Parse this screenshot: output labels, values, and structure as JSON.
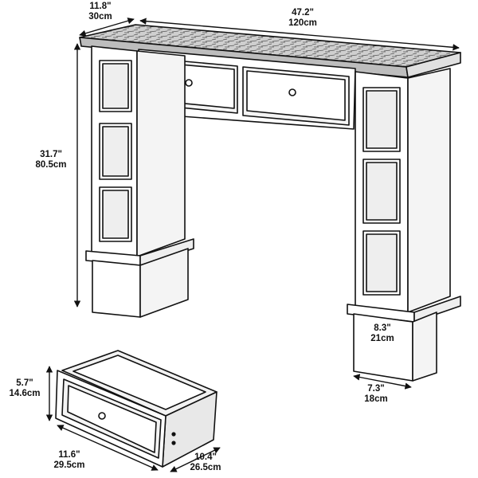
{
  "colors": {
    "ink": "#111111",
    "background": "#ffffff",
    "wood": "#777777"
  },
  "dimensions": {
    "depth_in": "11.8\"",
    "depth_cm": "30cm",
    "width_in": "47.2\"",
    "width_cm": "120cm",
    "height_in": "31.7\"",
    "height_cm": "80.5cm",
    "base_w_in": "8.3\"",
    "base_w_cm": "21cm",
    "base_d_in": "7.3\"",
    "base_d_cm": "18cm",
    "drawer_h_in": "5.7\"",
    "drawer_h_cm": "14.6cm",
    "drawer_w_in": "11.6\"",
    "drawer_w_cm": "29.5cm",
    "drawer_d_in": "10.4\"",
    "drawer_d_cm": "26.5cm"
  }
}
